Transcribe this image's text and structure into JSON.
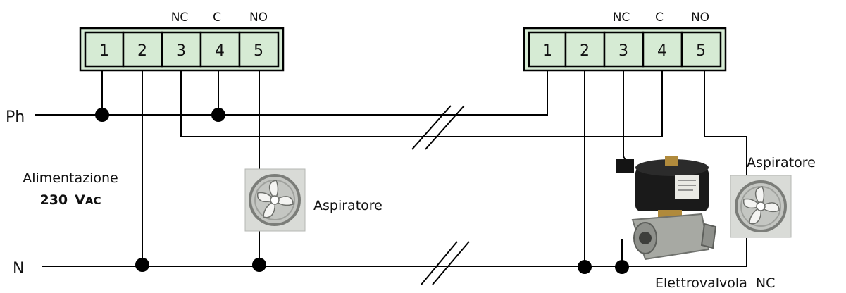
{
  "colors": {
    "terminal_fill": "#d6ebd4",
    "wire": "#000000",
    "fan_bg": "#d9dbd7",
    "valve_body": "#1a1a1a",
    "valve_brass": "#b08a3c"
  },
  "left_block": {
    "header_labels": [
      "NC",
      "C",
      "NO"
    ],
    "terminals": [
      "1",
      "2",
      "3",
      "4",
      "5"
    ]
  },
  "right_block": {
    "header_labels": [
      "NC",
      "C",
      "NO"
    ],
    "terminals": [
      "1",
      "2",
      "3",
      "4",
      "5"
    ]
  },
  "lines": {
    "phase": "Ph",
    "neutral": "N"
  },
  "supply": {
    "label": "Alimentazione",
    "voltage": "230",
    "unit_v": "V",
    "unit_ac": "AC"
  },
  "loads": {
    "fan_left_label": "Aspiratore",
    "fan_right_label": "Aspiratore",
    "valve_label": "Elettrovalvola  NC"
  },
  "icons": [
    "fan-icon",
    "fan-icon",
    "solenoid-valve-icon"
  ]
}
